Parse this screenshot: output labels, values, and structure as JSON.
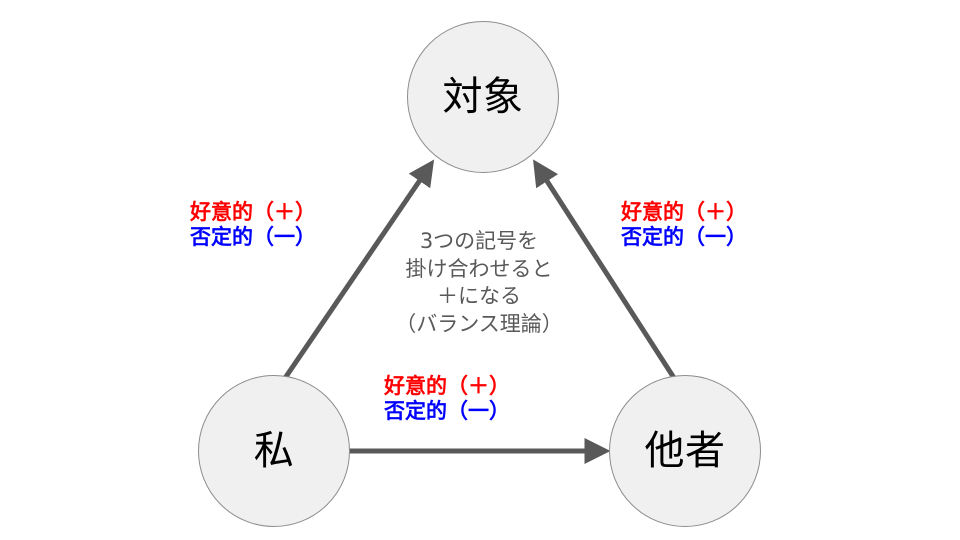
{
  "diagram": {
    "title": "バランス理論",
    "background": "#ffffff",
    "nodes": [
      {
        "id": "target",
        "label": "対象",
        "fill": "#f0f0f0",
        "stroke": "#8d8d8d"
      },
      {
        "id": "self",
        "label": "私",
        "fill": "#f0f0f0",
        "stroke": "#8d8d8d"
      },
      {
        "id": "other",
        "label": "他者",
        "fill": "#f0f0f0",
        "stroke": "#8d8d8d"
      }
    ],
    "edges": [
      {
        "id": "self-to-target",
        "from": "私",
        "to": "対象",
        "arrow": "single",
        "color": "#595959"
      },
      {
        "id": "other-to-target",
        "from": "他者",
        "to": "対象",
        "arrow": "single",
        "color": "#595959"
      },
      {
        "id": "self-to-other",
        "from": "私",
        "to": "他者",
        "arrow": "single",
        "color": "#595959"
      }
    ],
    "edge_labels": {
      "left": {
        "positive": "好意的（＋）",
        "negative": "否定的（一）"
      },
      "right": {
        "positive": "好意的（＋）",
        "negative": "否定的（一）"
      },
      "bottom": {
        "positive": "好意的（＋）",
        "negative": "否定的（一）"
      }
    },
    "colors": {
      "positive": "#ff0000",
      "negative": "#0000ff",
      "note": "#595959",
      "node_text": "#000000"
    },
    "center_note": {
      "line1": "3つの記号を",
      "line2": "掛け合わせると",
      "line3": "＋になる",
      "line4": "（バランス理論）"
    }
  }
}
